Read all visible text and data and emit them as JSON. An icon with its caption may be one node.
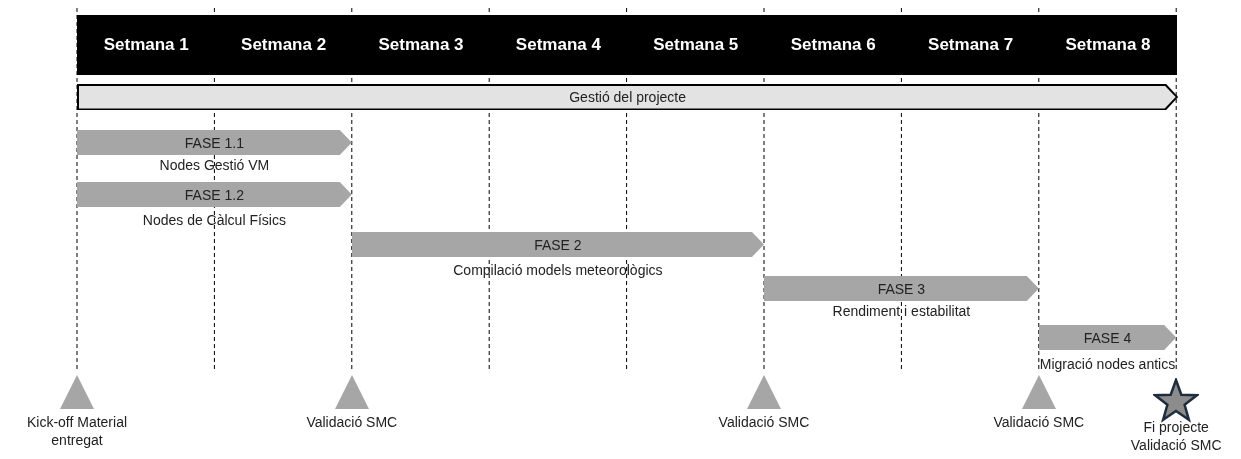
{
  "diagram": {
    "nodes": [
      {
        "text": [
          "Setmana 1"
        ]
      },
      {
        "text": [
          "Setmana 2"
        ]
      },
      {
        "text": [
          "Setmana 3"
        ]
      },
      {
        "text": [
          "Setmana 4"
        ]
      },
      {
        "text": [
          "Setmana 5"
        ]
      },
      {
        "text": [
          "Setmana 6"
        ]
      },
      {
        "text": [
          "Setmana 7"
        ]
      },
      {
        "text": [
          "Setmana 8"
        ]
      },
      {
        "text": [
          "Gestió del projecte"
        ]
      },
      {
        "text": [
          "FASE 1.1"
        ],
        "beside": [
          "Nodes Gestió VM"
        ]
      },
      {
        "text": [
          "FASE 1.2"
        ],
        "beside": [
          "Nodes de Càlcul Físics"
        ]
      },
      {
        "text": [
          "FASE 2"
        ],
        "beside": [
          "Compilació models meteorològics"
        ]
      },
      {
        "text": [
          "FASE 3"
        ],
        "beside": [
          "Rendiment i estabilitat"
        ]
      },
      {
        "text": [
          "FASE 4"
        ],
        "beside": [
          "Migració nodes antics"
        ]
      },
      {
        "text": [
          "Kick-off Material entregat"
        ]
      },
      {
        "text": [
          "Validació SMC"
        ]
      },
      {
        "text": [
          "Validació SMC"
        ]
      },
      {
        "text": [
          "Validació SMC"
        ]
      },
      {
        "text": [
          "Fi projecte Validació SMC"
        ]
      }
    ]
  }
}
